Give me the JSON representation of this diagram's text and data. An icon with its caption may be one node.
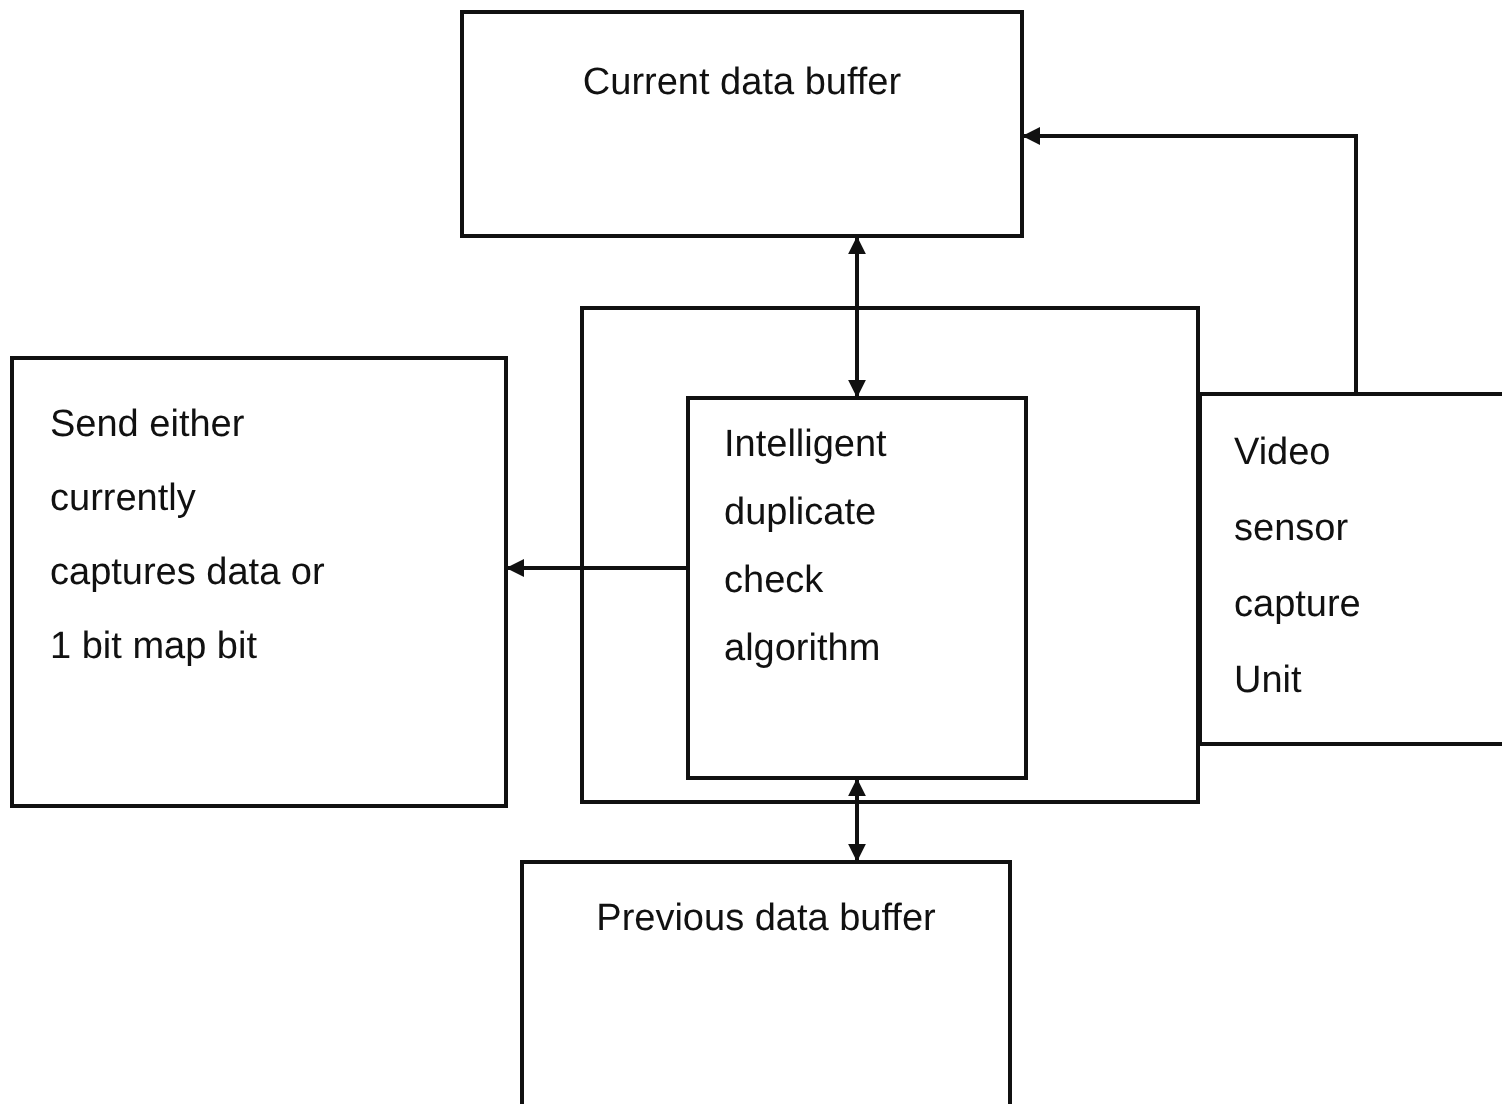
{
  "diagram": {
    "nodes": [
      {
        "text": [
          "Current data buffer"
        ]
      },
      {
        "text": [],
        "shape": "box"
      },
      {
        "text": [
          "Intelligent duplicate check algorithm"
        ],
        "in": 1
      },
      {
        "text": [
          "Send either currently captures data or 1 bit map bit"
        ]
      },
      {
        "text": [
          "Video sensor capture Unit"
        ]
      },
      {
        "text": [
          "Previous data buffer"
        ]
      }
    ],
    "edges": [
      {
        "from": 2,
        "to": 0,
        "arrow": "both"
      },
      {
        "from": 2,
        "to": 5,
        "arrow": "both"
      },
      {
        "from": 2,
        "to": 3,
        "arrow": "to"
      },
      {
        "from": 4,
        "to": 0,
        "arrow": "to"
      }
    ]
  }
}
